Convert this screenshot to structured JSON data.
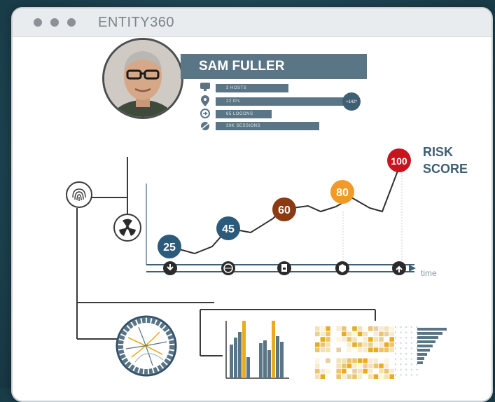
{
  "app": {
    "title": "ENTITY360"
  },
  "profile": {
    "name": "SAM FULLER",
    "stats": [
      {
        "icon": "host-icon",
        "text": "3    HOSTS"
      },
      {
        "icon": "location-pin-icon",
        "text": "22    IPs"
      },
      {
        "icon": "login-icon",
        "text": "65    LOGONS"
      },
      {
        "icon": "session-icon",
        "text": "39K  SESSIONS"
      }
    ],
    "badge": "+142*"
  },
  "risk": {
    "label_line1": "RISK",
    "label_line2": "SCORE",
    "scores": [
      25,
      45,
      60,
      80,
      100
    ],
    "score_colors": [
      "#2c5a7a",
      "#2c5a7a",
      "#8b3a12",
      "#f39a26",
      "#c8141e"
    ]
  },
  "timeline": {
    "axis_label": "time",
    "events": [
      {
        "icon": "download-icon"
      },
      {
        "icon": "globe-icon"
      },
      {
        "icon": "file-icon"
      },
      {
        "icon": "package-icon"
      },
      {
        "icon": "upload-icon"
      }
    ]
  },
  "colors": {
    "accent_slate": "#5a7686",
    "accent_gold": "#e9ac1c",
    "node_dark": "#2f2f2f"
  }
}
